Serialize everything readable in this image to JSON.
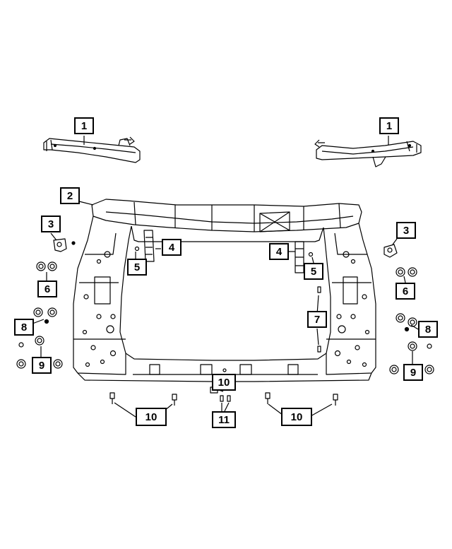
{
  "diagram": {
    "callouts": {
      "c1_left": "1",
      "c1_right": "1",
      "c2": "2",
      "c3_left": "3",
      "c3_right": "3",
      "c4_left": "4",
      "c4_right": "4",
      "c5_left": "5",
      "c5_right": "5",
      "c6_left": "6",
      "c6_right": "6",
      "c7": "7",
      "c8_left": "8",
      "c8_right": "8",
      "c9_left": "9",
      "c9_right": "9",
      "c10_left": "10",
      "c10_center": "10",
      "c10_right": "10",
      "c11": "11"
    },
    "colors": {
      "line": "#000000",
      "background": "#ffffff"
    }
  }
}
